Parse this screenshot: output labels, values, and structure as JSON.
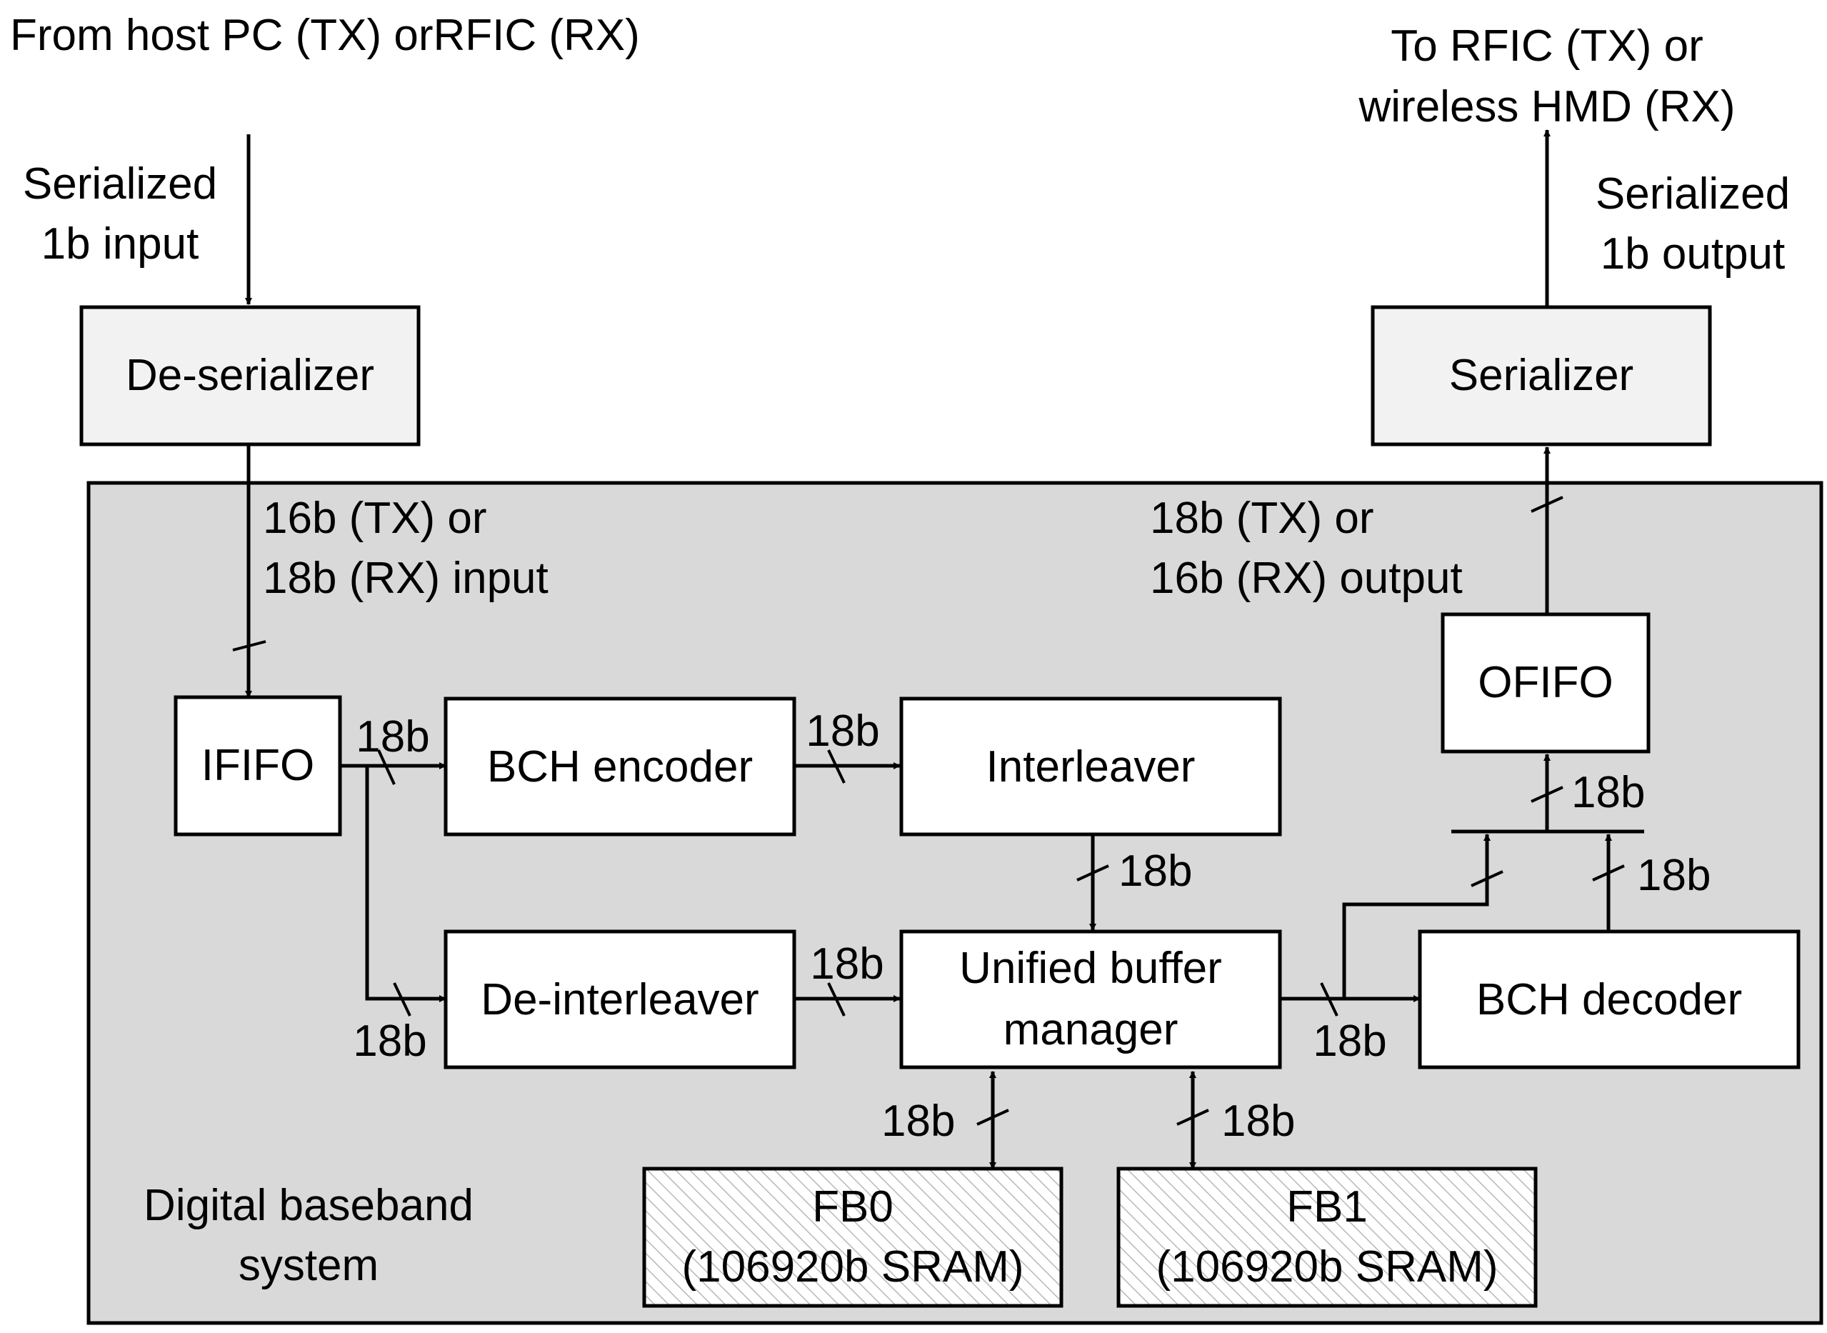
{
  "top_labels": {
    "source": "From host PC (TX) orRFIC (RX)",
    "dest_line1": "To RFIC (TX) or",
    "dest_line2": "wireless HMD (RX)"
  },
  "io_labels": {
    "input_line1": "Serialized",
    "input_line2": "1b input",
    "output_line1": "Serialized",
    "output_line2": "1b output"
  },
  "system": {
    "label_line1": "Digital baseband",
    "label_line2": "system",
    "input_width_line1": "16b (TX) or",
    "input_width_line2": "18b (RX) input",
    "output_width_line1": "18b (TX) or",
    "output_width_line2": "16b (RX) output"
  },
  "blocks": {
    "deserializer": "De-serializer",
    "serializer": "Serializer",
    "ififo": "IFIFO",
    "ofifo": "OFIFO",
    "bch_encoder": "BCH encoder",
    "interleaver": "Interleaver",
    "deinterleaver": "De-interleaver",
    "ubm_line1": "Unified buffer",
    "ubm_line2": "manager",
    "bch_decoder": "BCH decoder",
    "fb0_line1": "FB0",
    "fb0_line2": "(106920b SRAM)",
    "fb1_line1": "FB1",
    "fb1_line2": "(106920b SRAM)"
  },
  "bus_labels": {
    "ififo_to_encoder": "18b",
    "ififo_to_deinterleaver": "18b",
    "encoder_to_interleaver": "18b",
    "deinterleaver_to_ubm": "18b",
    "interleaver_to_ubm": "18b",
    "ubm_to_decoder": "18b",
    "decoder_to_mux": "18b",
    "mux_to_ofifo": "18b",
    "ubm_fb0": "18b",
    "ubm_fb1": "18b"
  }
}
